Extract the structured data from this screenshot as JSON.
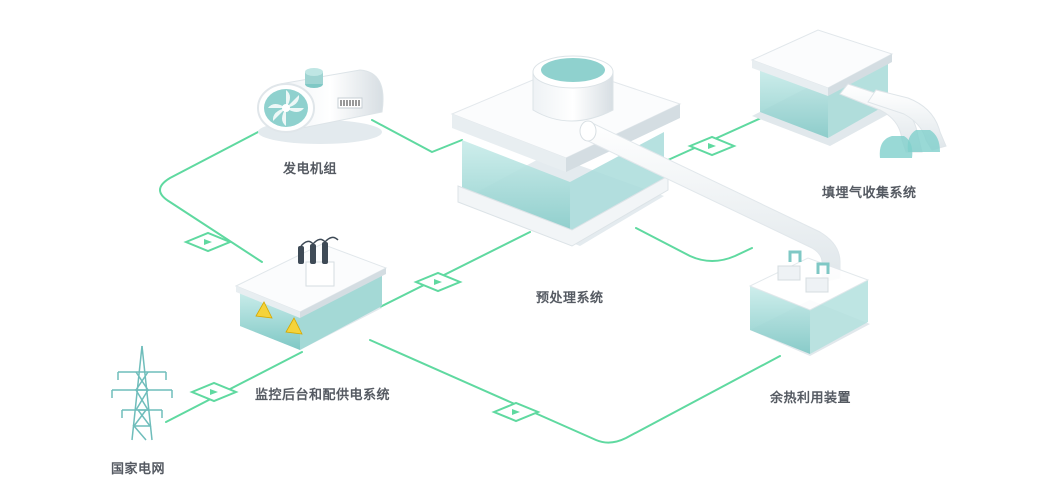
{
  "nodes": {
    "generator": {
      "label": "发电机组",
      "icon": "generator-icon"
    },
    "landfill_gas": {
      "label": "填埋气收集系统",
      "icon": "gas-collection-icon"
    },
    "pretreatment": {
      "label": "预处理系统",
      "icon": "pretreatment-icon"
    },
    "monitoring": {
      "label": "监控后台和配供电系统",
      "icon": "monitoring-substation-icon"
    },
    "waste_heat": {
      "label": "余热利用装置",
      "icon": "waste-heat-unit-icon"
    },
    "grid": {
      "label": "国家电网",
      "icon": "power-tower-icon"
    }
  },
  "colors": {
    "flow_line": "#5fd9a0",
    "glass": "#9fd4d2",
    "glass_dark": "#6cbcba",
    "white": "#f3f6f8",
    "label": "#555a62"
  }
}
